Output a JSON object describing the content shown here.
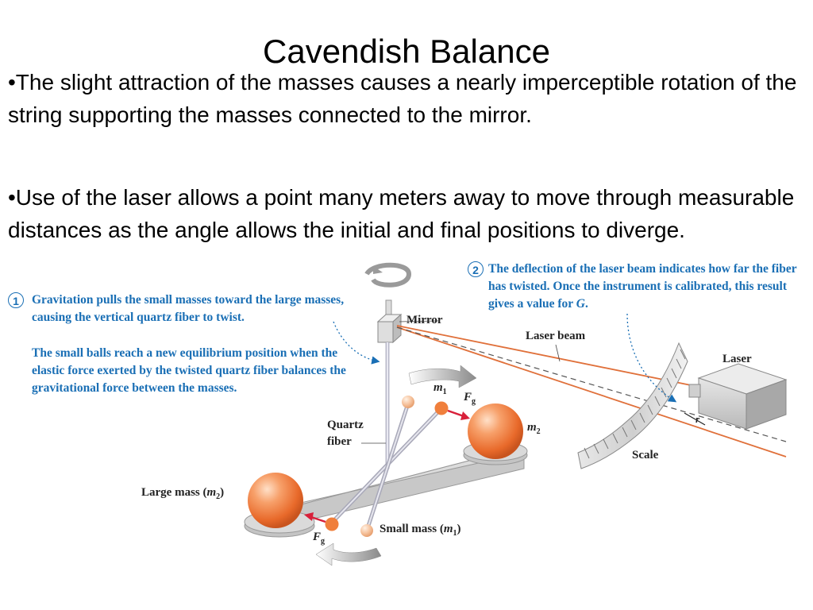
{
  "slide": {
    "title": "Cavendish Balance",
    "bullets": [
      "•The slight attraction of the masses causes a nearly imperceptible rotation of the string supporting the masses connected to the mirror.",
      "•Use of the laser allows a point many meters away to move through measurable distances as the angle allows the initial and final positions to diverge."
    ]
  },
  "figure": {
    "step1": {
      "number": "1",
      "text_a": "Gravitation pulls the small masses toward the large masses, causing the vertical quartz fiber to twist.",
      "text_b": "The small balls reach a new equilibrium position when the elastic force exerted by the twisted quartz fiber balances the gravitational force between the masses."
    },
    "step2": {
      "number": "2",
      "text_pre": "The deflection of the laser beam indicates how far the fiber has twisted. Once the instrument is calibrated, this result gives a value for ",
      "text_var": "G",
      "text_post": "."
    },
    "labels": {
      "mirror": "Mirror",
      "laser_beam": "Laser beam",
      "laser": "Laser",
      "scale": "Scale",
      "quartz": "Quartz",
      "fiber": "fiber",
      "large_mass": "Large mass (",
      "small_mass": "Small mass (",
      "close_paren": ")",
      "m": "m",
      "sub1": "1",
      "sub2": "2",
      "F": "F",
      "g": "g",
      "r": "r"
    },
    "colors": {
      "accent_blue": "#1a6fb5",
      "laser_orange": "#e0703a",
      "sphere_orange": "#f07f3c"
    }
  }
}
